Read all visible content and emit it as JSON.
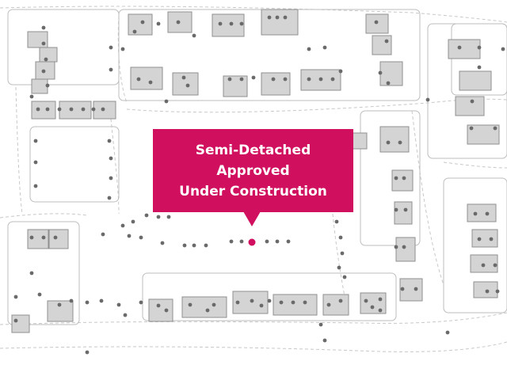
{
  "colors": {
    "background": "#ffffff",
    "plot_outline": "#bdbdbd",
    "road_dash": "#c8c8c8",
    "building_fill": "#d4d4d4",
    "building_stroke": "#8f8f8f",
    "marker": "#6a6a6a",
    "selected_marker": "#d0105e",
    "callout_bg": "#d0105e",
    "callout_text": "#ffffff"
  },
  "icons": {
    "plot_marker": "dot-marker-icon",
    "selected_marker": "selected-plot-icon"
  },
  "selected_plot": {
    "lines": [
      "Semi-Detached",
      "Approved",
      "Under Construction"
    ]
  }
}
